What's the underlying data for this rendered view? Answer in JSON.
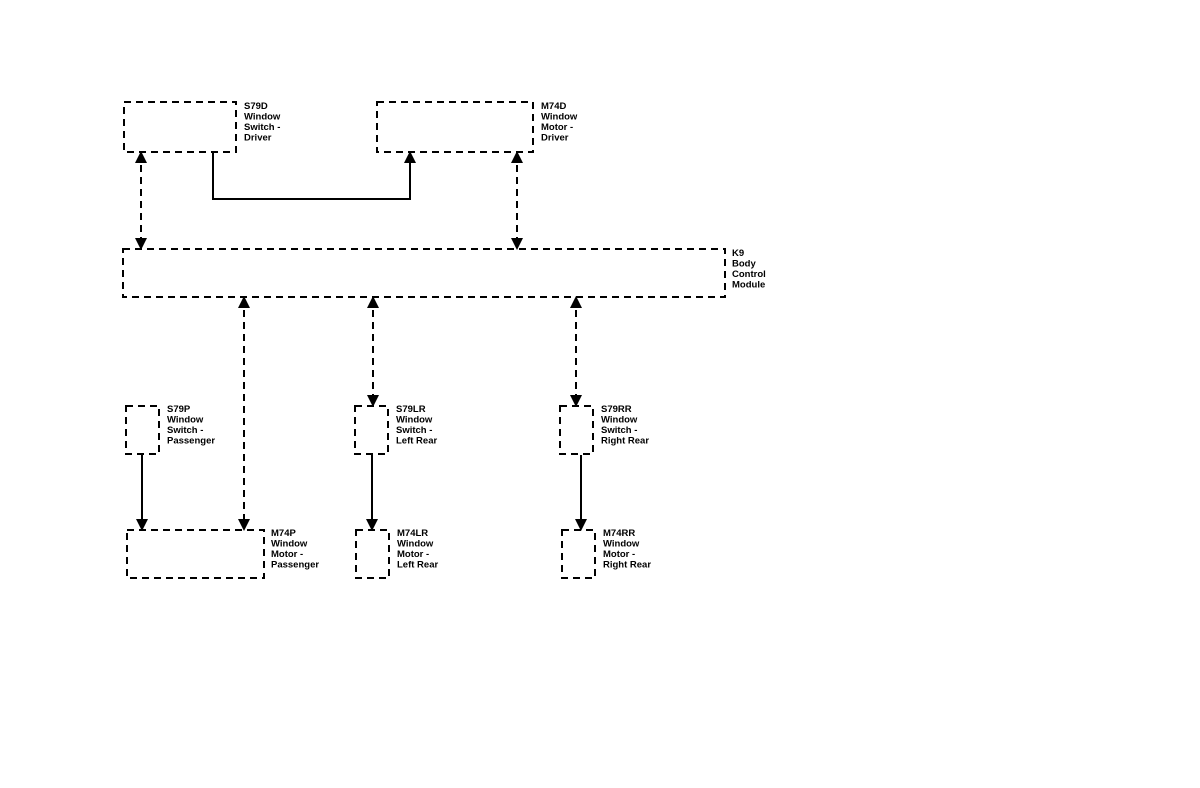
{
  "components": {
    "s79d": {
      "lines": [
        "S79D",
        "Window",
        "Switch -",
        "Driver"
      ]
    },
    "m74d": {
      "lines": [
        "M74D",
        "Window",
        "Motor -",
        "Driver"
      ]
    },
    "k9": {
      "lines": [
        "K9",
        "Body",
        "Control",
        "Module"
      ]
    },
    "s79p": {
      "lines": [
        "S79P",
        "Window",
        "Switch -",
        "Passenger"
      ]
    },
    "s79lr": {
      "lines": [
        "S79LR",
        "Window",
        "Switch -",
        "Left Rear"
      ]
    },
    "s79rr": {
      "lines": [
        "S79RR",
        "Window",
        "Switch -",
        "Right Rear"
      ]
    },
    "m74p": {
      "lines": [
        "M74P",
        "Window",
        "Motor -",
        "Passenger"
      ]
    },
    "m74lr": {
      "lines": [
        "M74LR",
        "Window",
        "Motor -",
        "Left Rear"
      ]
    },
    "m74rr": {
      "lines": [
        "M74RR",
        "Window",
        "Motor -",
        "Right Rear"
      ]
    }
  }
}
